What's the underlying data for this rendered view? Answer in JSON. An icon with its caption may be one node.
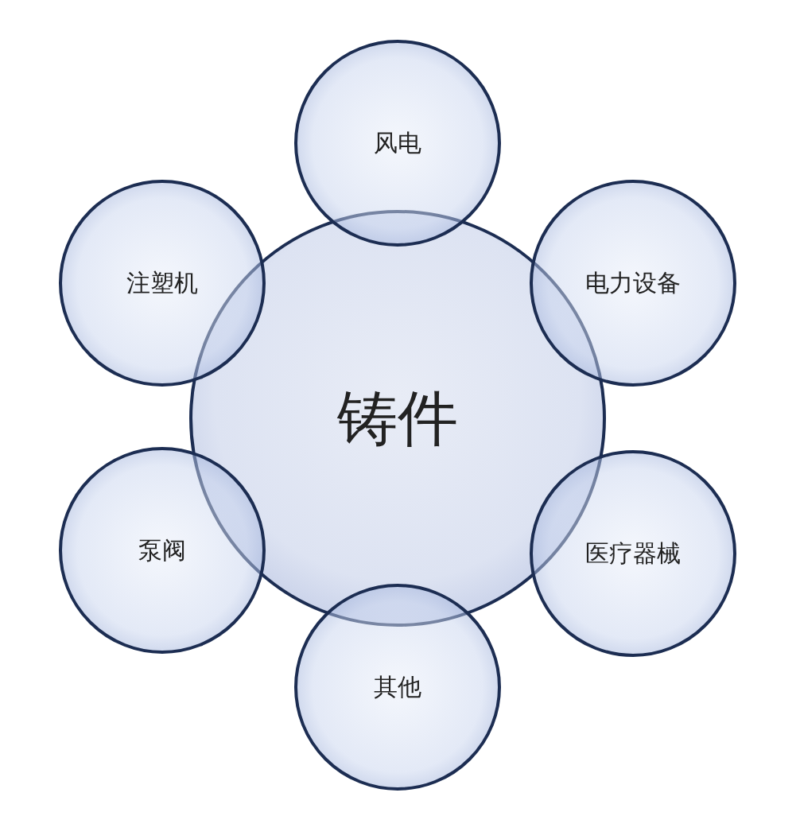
{
  "diagram": {
    "nodes": [
      {
        "text": [
          "铸件"
        ]
      },
      {
        "text": [
          "风电"
        ]
      },
      {
        "text": [
          "电力设备"
        ]
      },
      {
        "text": [
          "医疗器械"
        ]
      },
      {
        "text": [
          "其他"
        ]
      },
      {
        "text": [
          "泵阀"
        ]
      },
      {
        "text": [
          "注塑机"
        ]
      }
    ]
  }
}
